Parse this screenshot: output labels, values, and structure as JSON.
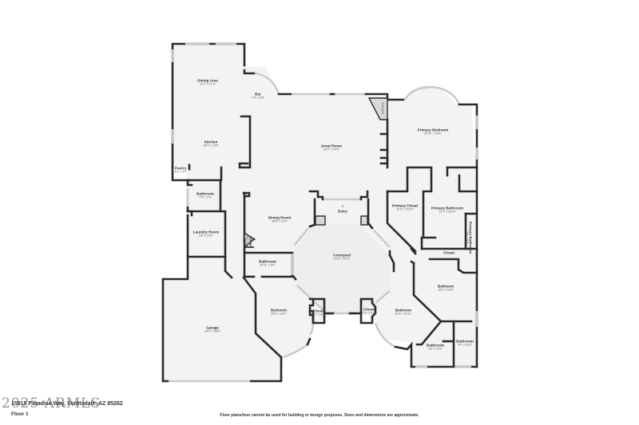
{
  "floor_plan": {
    "address": "15915 Paradise Way, Scottsdale, AZ 85262",
    "watermark": "2025 ARMLS",
    "floor": "Floor 1",
    "disclaimer": "Floor plans/tour cannot be used for building or design purposes. Sizes and dimensions are approximate.",
    "rooms": {
      "dining_area": {
        "name": "Dining Area",
        "dims": "17'3\" x 17'3\""
      },
      "bar": {
        "name": "Bar",
        "dims": "7'6\" x 9'6\""
      },
      "kitchen": {
        "name": "Kitchen",
        "dims": "18'0\" x 15'6\""
      },
      "pantry": {
        "name": "Pantry",
        "dims": "4'0\" x 4'7\""
      },
      "great_room": {
        "name": "Great Room",
        "dims": "32'7\" x 24'0\""
      },
      "fireplace": {
        "name": "Fireplace"
      },
      "primary_bedroom": {
        "name": "Primary Bedroom",
        "dims": "20'11\" x 20'0\""
      },
      "bathroom_1": {
        "name": "Bathroom",
        "dims": "7'5\" x 7'4\""
      },
      "laundry_room": {
        "name": "Laundry Room",
        "dims": "8'6\" x 10'9\""
      },
      "dining_room": {
        "name": "Dining Room",
        "dims": "16'8\" x 13'3\""
      },
      "entry": {
        "name": "Entry"
      },
      "closet_small": {
        "name": "Closet",
        "dims": "3'8\" x 3'4\""
      },
      "primary_closet": {
        "name": "Primary Closet",
        "dims": "10'0\" x 16'10\""
      },
      "primary_bathroom": {
        "name": "Primary Bathroom",
        "dims": "12'1\" x 18'10\""
      },
      "primary_bathroom_2": {
        "name": "Primary Bathroom",
        "dims": "3'4\" x 9'5\""
      },
      "courtyard": {
        "name": "Courtyard",
        "dims": "24'3\" x 27'3\""
      },
      "bathroom_2": {
        "name": "Bathroom",
        "dims": "10'11\" x 5'4\""
      },
      "closet_right": {
        "name": "Closet"
      },
      "bedroom_1": {
        "name": "Bedroom",
        "dims": "20'3\" x 22'4\""
      },
      "closet_1": {
        "name": "Closet",
        "dims": "2'7\" x 6'2\""
      },
      "closet_2": {
        "name": "Closet",
        "dims": "2'10\" x 5'11\""
      },
      "bedroom_2": {
        "name": "Bedroom",
        "dims": "16'4\" x 20'11\""
      },
      "bedroom_3": {
        "name": "Bedroom",
        "dims": "15'3\" x 16'6\""
      },
      "garage": {
        "name": "Garage",
        "dims": "28'0\" x 28'6\""
      },
      "bathroom_3": {
        "name": "Bathroom",
        "dims": "9'6\" x 10'3\""
      },
      "bathroom_4": {
        "name": "Bathroom",
        "dims": "5'4\" x 10'3\""
      }
    }
  }
}
